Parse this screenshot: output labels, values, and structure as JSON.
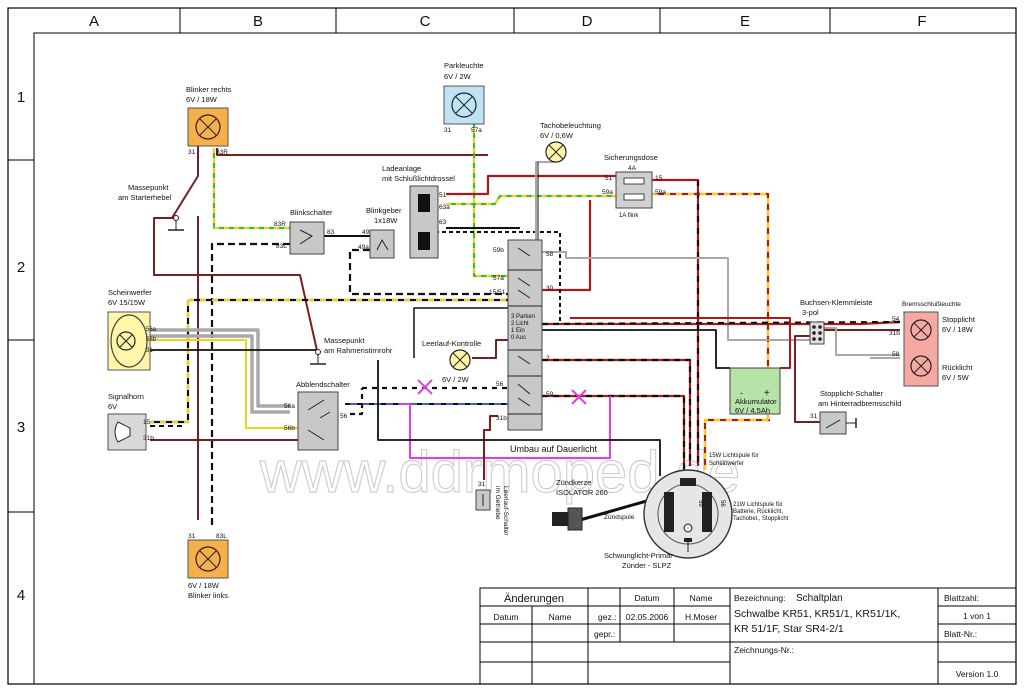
{
  "grid": {
    "columns": [
      "A",
      "B",
      "C",
      "D",
      "E",
      "F"
    ],
    "rows": [
      "1",
      "2",
      "3",
      "4"
    ]
  },
  "components": {
    "blinker_rechts": {
      "name": "Blinker rechts",
      "rating": "6V / 18W",
      "pin_left": "31",
      "pin_right": "83R"
    },
    "blinker_links": {
      "name": "Blinker links",
      "rating": "6V / 18W",
      "pin_left": "31",
      "pin_right": "83L"
    },
    "parkleuchte": {
      "name": "Parkleuchte",
      "rating": "6V / 2W",
      "pin_left": "31",
      "pin_right": "57a"
    },
    "tachobeleuchtung": {
      "name": "Tachobeleuchtung",
      "rating": "6V / 0,6W"
    },
    "sicherungsdose": {
      "name": "Sicherungsdose",
      "rating": "4A",
      "note": "1A flink",
      "pin_51": "51",
      "pin_15": "15",
      "pin_59a_l": "59a",
      "pin_59a_r": "59a"
    },
    "massepunkt_starter": {
      "line1": "Massepunkt",
      "line2": "am Starterhebel"
    },
    "massepunkt_rahmen": {
      "line1": "Massepunkt",
      "line2": "am Rahmenstirnrohr"
    },
    "ladeanlage": {
      "line1": "Ladeanlage",
      "line2": "mit Schlußlichtdrossel",
      "pin_51": "51",
      "pin_63a": "63a",
      "pin_63": "63"
    },
    "blinkschalter": {
      "name": "Blinkschalter",
      "pin_83r": "83R",
      "pin_83l": "83L",
      "pin_83": "83"
    },
    "blinkgeber": {
      "name": "Blinkgeber",
      "rating": "1x18W",
      "pin_49": "49",
      "pin_49a": "49a"
    },
    "zuendschloss": {
      "pin_59b": "59b",
      "pin_58": "58",
      "pin_57a": "57a",
      "pin_15_51": "15/51",
      "pin_30": "30",
      "pin_2": "2",
      "pin_56": "56",
      "pin_59": "59",
      "pin_31b": "31b",
      "legend": [
        "3 Parken",
        "2 Licht",
        "1 Ein",
        "0 Aus"
      ]
    },
    "scheinwerfer": {
      "name": "Scheinwerfer",
      "rating": "6V 15/15W",
      "pin_56a": "56a",
      "pin_56b": "56b",
      "pin_31": "31"
    },
    "leerlauf_kontrolle": {
      "name": "Leerlauf-Kontrolle",
      "rating": "6V / 2W"
    },
    "abblendschalter": {
      "name": "Abblendschalter",
      "pin_56a": "56a",
      "pin_56b": "56b",
      "pin_56": "56"
    },
    "signalhorn": {
      "name": "Signalhorn",
      "rating": "6V",
      "pin_15": "15",
      "pin_31b": "31b"
    },
    "akkumulator": {
      "name": "Akkumulator",
      "rating": "6V / 4,5Ah",
      "minus": "-",
      "plus": "+"
    },
    "buchsen_klemmleiste": {
      "line1": "Buchsen-Klemmleiste",
      "line2": "3-pol"
    },
    "bremsschlussleuchte": {
      "name": "Bremsschlußleuchte",
      "pin_54": "54",
      "pin_31b": "31b",
      "pin_58": "58"
    },
    "stopplicht": {
      "name": "Stopplicht",
      "rating": "6V / 18W"
    },
    "ruecklicht": {
      "name": "Rücklicht",
      "rating": "6V / 5W"
    },
    "stopplicht_schalter": {
      "line1": "Stopplicht-Schalter",
      "line2": "am Hinterradbremsschild",
      "pin": "31"
    },
    "umbau": {
      "label": "Umbau auf Dauerlicht"
    },
    "zuendkerze": {
      "line1": "Zündkerze",
      "line2": "ISOLATOR 260"
    },
    "zuendspule": {
      "name": "Zündspule"
    },
    "leerlauf_schalter": {
      "line1": "Leerlauf-Schalter",
      "line2": "im Getriebe",
      "pin": "31"
    },
    "lichtspule_15w": {
      "line1": "15W Lichtspule für",
      "line2": "Scheinwerfer"
    },
    "lichtspule_21w": {
      "line1": "21W Lichtspule für",
      "line2": "Batterie, Rücklicht,",
      "line3": "Tachobel., Stopplicht"
    },
    "schwunglicht": {
      "line1": "Schwunglicht-Primär",
      "line2": "Zünder - SLPZ",
      "pin_56": "56",
      "pin_59": "59"
    }
  },
  "watermark": "www.ddrmoped.de",
  "title_block": {
    "aenderungen": "Änderungen",
    "col_datum": "Datum",
    "col_name": "Name",
    "gez": "gez.:",
    "gepr": "gepr.:",
    "datum_label": "Datum",
    "name_label": "Name",
    "date_value": "02.05.2006",
    "name_value": "H.Moser",
    "bezeichnung_label": "Bezeichnung:",
    "bezeichnung_value": "Schaltplan",
    "title_line1": "Schwalbe KR51, KR51/1, KR51/1K,",
    "title_line2": "KR 51/1F, Star SR4-2/1",
    "zeichnungs_nr": "Zeichnungs-Nr.:",
    "blattzahl": "Blattzahl:",
    "blatt_value": "1 von 1",
    "blatt_nr": "Blatt-Nr.:",
    "version": "Version 1.0"
  },
  "colors": {
    "red": "#b01818",
    "brown": "#7a1f1f",
    "yellow": "#f2d21c",
    "green": "#41b340",
    "grey": "#a8a8a8",
    "pink": "#e040e0",
    "blue": "#3a5fd8",
    "orange_box": "#f5b04b",
    "blue_box": "#bfe3f5",
    "green_box": "#b7e2a8",
    "pink_box": "#f5a9a2",
    "yellow_box": "#fff6a8"
  }
}
